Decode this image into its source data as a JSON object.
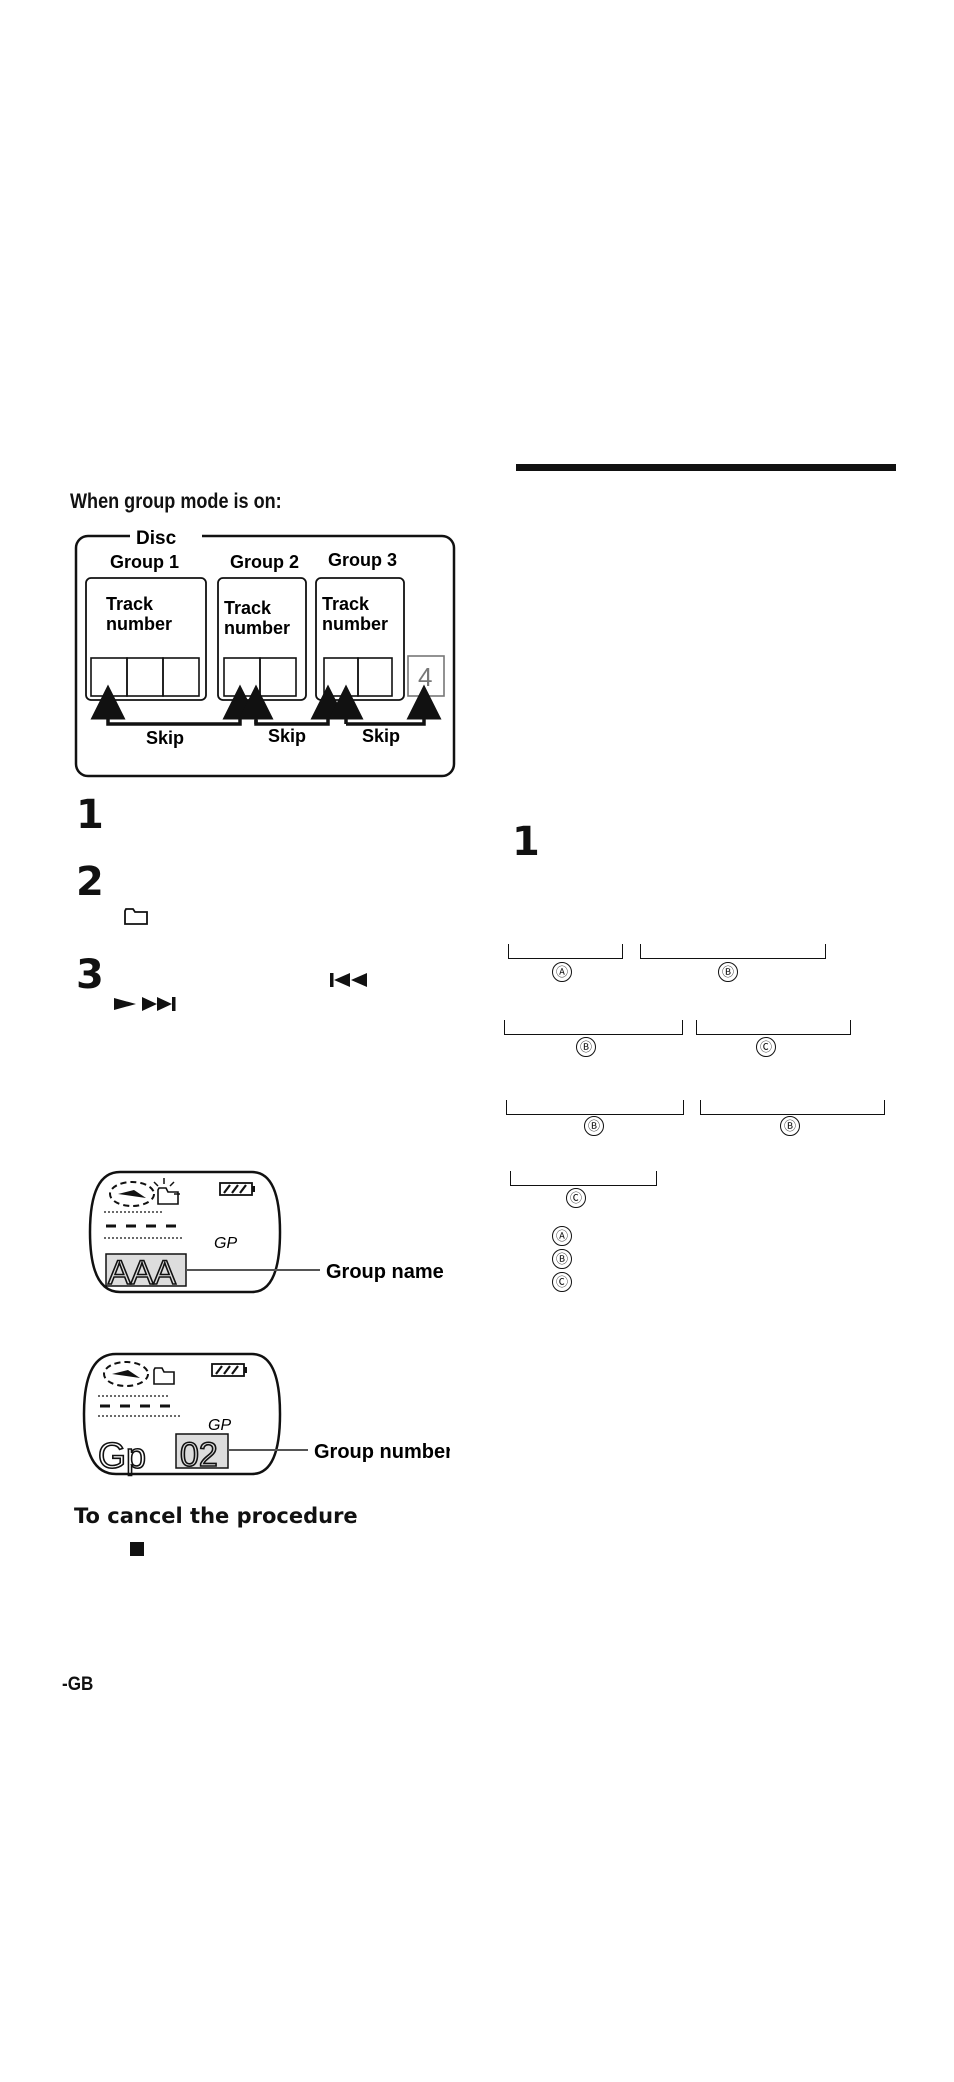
{
  "group_mode_heading": "When group mode is on:",
  "disc_diagram": {
    "disc_label": "Disc",
    "groups": [
      {
        "label": "Group 1",
        "box_label_1": "Track",
        "box_label_2": "number"
      },
      {
        "label": "Group 2",
        "box_label_1": "Track",
        "box_label_2": "number"
      },
      {
        "label": "Group 3",
        "box_label_1": "Track",
        "box_label_2": "number"
      }
    ],
    "extra_track": "4",
    "skip_labels": [
      "Skip",
      "Skip",
      "Skip"
    ]
  },
  "steps_left": [
    "1",
    "2",
    "3"
  ],
  "step2_icon": "folder-icon",
  "step3_icons": [
    "previous-track-icon",
    "play-next-track-icon"
  ],
  "display1": {
    "gp_label": "GP",
    "text": "AAA",
    "callout": "Group name"
  },
  "display2": {
    "gp_label": "GP",
    "gp_text": "Gp",
    "number": "02",
    "callout": "Group number"
  },
  "cancel_heading": "To cancel the procedure",
  "cancel_icon": "stop-icon",
  "page_suffix": "-GB",
  "step_right": "1",
  "bracket_markers": {
    "row1": [
      "Ⓐ",
      "Ⓑ"
    ],
    "row2": [
      "Ⓑ",
      "Ⓒ"
    ],
    "row3": [
      "Ⓑ",
      "Ⓑ"
    ],
    "row4": [
      "Ⓒ"
    ]
  },
  "legend_markers": [
    "Ⓐ",
    "Ⓑ",
    "Ⓒ"
  ]
}
